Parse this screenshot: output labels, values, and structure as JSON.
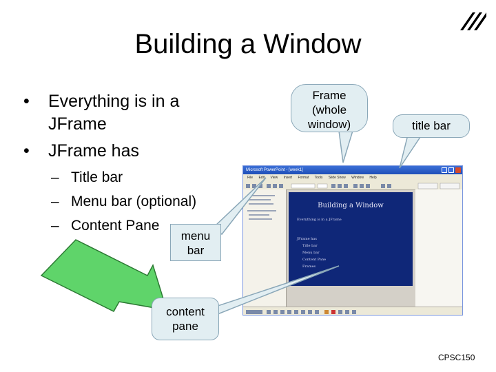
{
  "slide": {
    "title": "Building a Window",
    "bullets": [
      "Everything is in a",
      "JFrame",
      "JFrame has"
    ],
    "subbullets": [
      "Title bar",
      "Menu bar (optional)",
      "Content Pane"
    ],
    "dash": "–",
    "bullet_glyph": "•"
  },
  "callouts": {
    "frame": [
      "Frame",
      "(whole",
      "window)"
    ],
    "titlebar": "title bar",
    "menubar": [
      "menu",
      "bar"
    ],
    "contentpane": [
      "content",
      "pane"
    ]
  },
  "footer": "CPSC150",
  "screenshot": {
    "titlebar_text": "Microsoft PowerPoint - [week1]",
    "menu_items": [
      "File",
      "Edit",
      "View",
      "Insert",
      "Format",
      "Tools",
      "Slide Show",
      "Window",
      "Help"
    ],
    "slide_title": "Building a Window",
    "slide_lines": [
      "Everything is in a JFrame",
      "JFrame has",
      "Title bar",
      "Menu bar",
      "Content Pane",
      "Frames"
    ]
  },
  "colors": {
    "callout_fill": "#e2eef2",
    "arrow_fill": "#5fd46a",
    "slide_bg": "#0f2778"
  }
}
